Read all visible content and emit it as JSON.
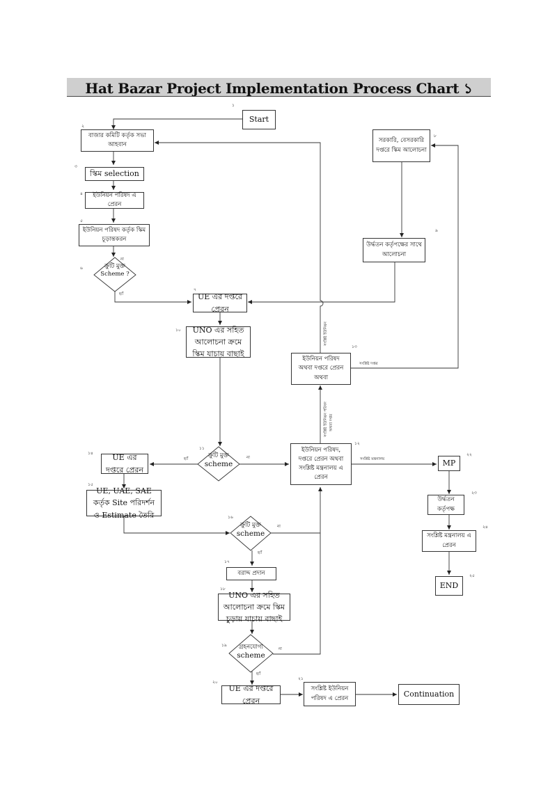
{
  "title": "Hat Bazar Project Implementation Process Chart ১",
  "nodes": {
    "start": "Start",
    "n2": "বাজার কমিটি কর্তৃক সভা আহবান",
    "n3": "স্কিম selection",
    "n4": "ইউনিয়ন পরিষদ এ প্রেরন",
    "n5": "ইউনিয়ন পরিষদ  কর্তৃক স্কিম চূড়ান্তকরন",
    "n6a": "ক্রুটি মুক্ত",
    "n6b": "Scheme ?",
    "n7": "UE এর দপ্তরে প্রেরন",
    "n8": "সরকারি, বেসরকারি দপ্তরে  স্কিম আলোচনা",
    "n9": "উর্দ্ধতন কর্তৃপক্ষের সাথে আলোচনা",
    "n10": "UNO এর সহিত আলোচনা ক্রমে স্কিম যাচায় বাছাই",
    "n11a": "ক্রুটি মুক্ত",
    "n11b": "scheme",
    "n12": "ইউনিয়ন পরিষদ, দপ্তরে প্রেরন অথবা সংশ্লিষ্ট মন্ত্রনালয় এ প্রেরন",
    "n13": "ইউনিয়ন পরিষদ অথবা দপ্তরে প্রেরন অথবা",
    "n14": "UE এর দপ্তরে প্রেরন",
    "n15": "UE, UAE, SAE  কর্তৃক Site পরিদর্শন ও Estimate তৈরি",
    "n16a": "ক্রুটি মুক্ত",
    "n16b": "scheme",
    "n17": "বরাদ্দ প্রদান",
    "n18": "UNO এর সহিত আলোচনা ক্রমে স্কিম চুড়ায় যাচায় বাছাই",
    "n19a": "গ্রহনযোগ্য",
    "n19b": "scheme",
    "n20": "UE এর দপ্তরে প্রেরন",
    "n21": "সংশ্লিষ্ট ইউনিয়ন পরিষদ এ প্রেরন",
    "continuation": "Continuation",
    "mp": "MP",
    "n23": "উর্দ্ধতন কর্তৃপক্ষ",
    "n24": "সংশ্লিষ্ট মন্ত্রনালয় এ প্রেরন",
    "end": "END"
  },
  "step_numbers": {
    "s1": "১",
    "s2": "২",
    "s3": "৩",
    "s4": "৪",
    "s5": "৫",
    "s6": "৬",
    "s7": "৭",
    "s8": "৮",
    "s9": "৯",
    "s10": "১০",
    "s11": "১১",
    "s12": "১২",
    "s13": "১৩",
    "s14": "১৪",
    "s15": "১৫",
    "s16": "১৬",
    "s17": "১৭",
    "s18": "১৮",
    "s19": "১৯",
    "s20": "২০",
    "s21": "২১",
    "s22": "২২",
    "s23": "২৩",
    "s24": "২৪",
    "s25": "২৫"
  },
  "edge_labels": {
    "yes": "হ্যাঁ",
    "no": "না",
    "to_union": "সংশ্লিষ্ট ইউনিয়ন",
    "to_office": "সংশ্লিষ্ট দপ্তর",
    "to_ministry": "সংশ্লিষ্ট মন্ত্রনালয়",
    "up_label_a": "সংশ্লিষ্ট ইউনিয়ন পরিষদ",
    "up_label_b": "অথবা দপ্তর"
  }
}
